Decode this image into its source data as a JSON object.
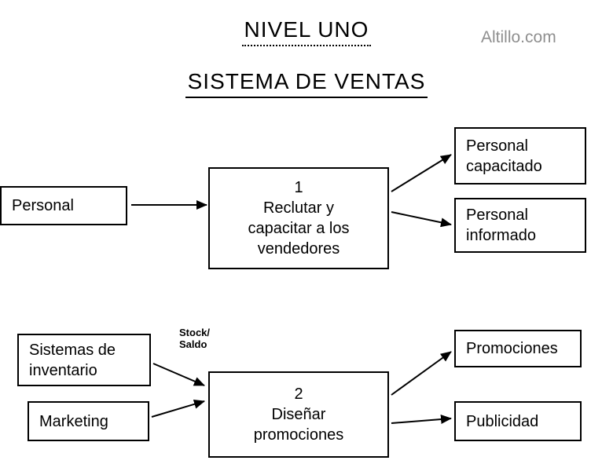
{
  "header": {
    "title": "NIVEL UNO",
    "subtitle": "SISTEMA DE VENTAS",
    "watermark": "Altillo.com"
  },
  "colors": {
    "box_border": "#000000",
    "arrow": "#000000",
    "watermark_gray": "#8f8f8f"
  },
  "diagram": {
    "external_entities": {
      "personal": {
        "label": "Personal"
      },
      "sistemas_inventario": {
        "label": "Sistemas de\ninventario"
      },
      "marketing": {
        "label": "Marketing"
      }
    },
    "processes": {
      "process1": {
        "number": "1",
        "label": "Reclutar y\ncapacitar a los\nvendedores"
      },
      "process2": {
        "number": "2",
        "label": "Diseñar\npromociones"
      }
    },
    "outputs": {
      "personal_capacitado": {
        "label": "Personal\ncapacitado"
      },
      "personal_informado": {
        "label": "Personal\ninformado"
      },
      "promociones": {
        "label": "Promociones"
      },
      "publicidad": {
        "label": "Publicidad"
      }
    },
    "flow_labels": {
      "stock_saldo": "Stock/\nSaldo"
    }
  }
}
